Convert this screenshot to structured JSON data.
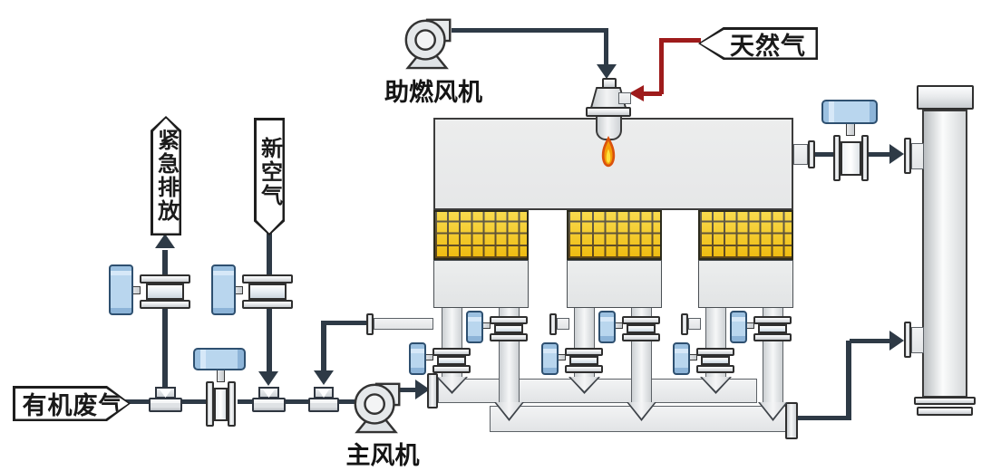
{
  "labels": {
    "combustion_fan": "助燃风机",
    "natural_gas": "天然气",
    "emergency_vent": "紧急排放",
    "fresh_air": "新空气",
    "organic_waste_gas": "有机废气",
    "main_fan": "主风机"
  },
  "colors": {
    "process_line": "#2e3a46",
    "gas_line_red": "#9e1b1b",
    "actuator_blue": "#b9d6ee",
    "ceramic_yellow": "#f6cf12",
    "flame_orange": "#f59d08",
    "equipment_gray": "#eceded"
  },
  "icons": [
    "combustion-fan-icon",
    "main-fan-icon",
    "burner-icon",
    "flame-icon",
    "ceramic-bed",
    "butterfly-valve",
    "control-valve",
    "tee-fitting",
    "exhaust-stack"
  ]
}
